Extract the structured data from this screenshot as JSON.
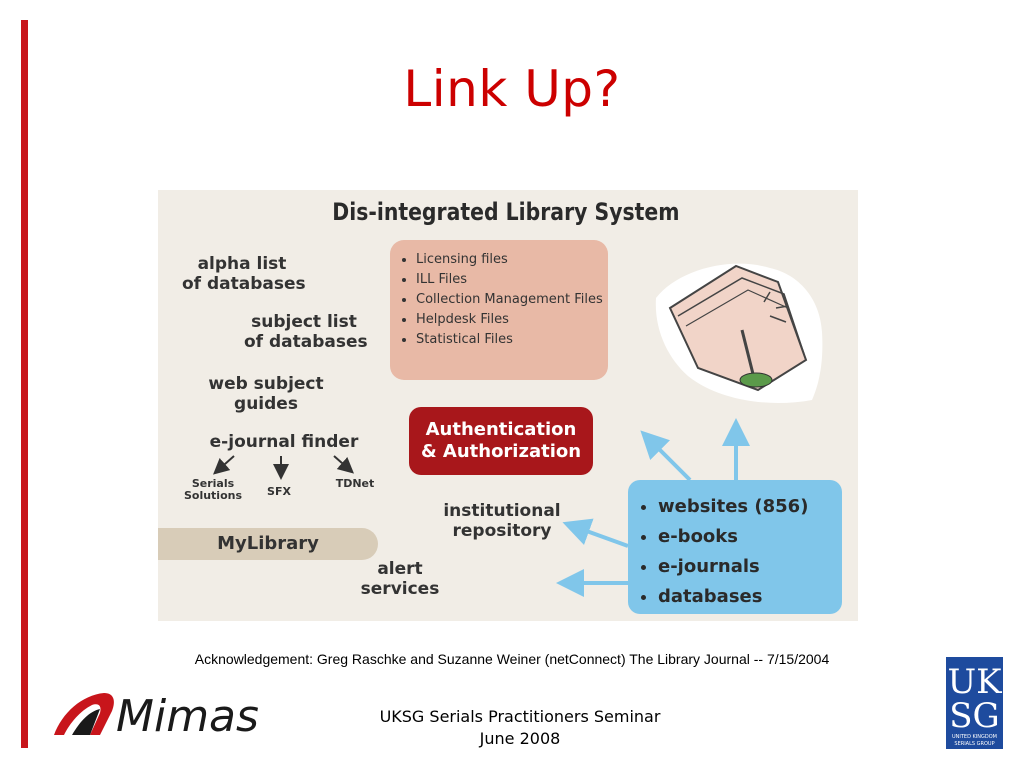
{
  "slide": {
    "title": "Link Up?",
    "acknowledgement": "Acknowledgement: Greg Raschke and Suzanne Weiner (netConnect) The Library Journal -- 7/15/2004",
    "footer_line1": "UKSG Serials Practitioners Seminar",
    "footer_line2": "June 2008",
    "colors": {
      "accent_red": "#c8151b",
      "title_red": "#cc0000",
      "uksg_blue": "#1e4b9e"
    }
  },
  "logos": {
    "mimas": "Mimas",
    "uksg_top": "UK",
    "uksg_bottom": "SG",
    "uksg_caption1": "UNITED KINGDOM",
    "uksg_caption2": "SERIALS GROUP"
  },
  "diagram": {
    "title": "Dis-integrated Library System",
    "left": {
      "alpha_1": "alpha list",
      "alpha_2": "of databases",
      "subject_1": "subject list",
      "subject_2": "of databases",
      "guides_1": "web subject",
      "guides_2": "guides",
      "finder": "e-journal finder",
      "serials_1": "Serials",
      "serials_2": "Solutions",
      "sfx": "SFX",
      "tdnet": "TDNet",
      "mylibrary": "MyLibrary",
      "alert_1": "alert",
      "alert_2": "services"
    },
    "files": [
      "Licensing files",
      "ILL Files",
      "Collection Management Files",
      "Helpdesk Files",
      "Statistical Files"
    ],
    "auth_1": "Authentication",
    "auth_2": "& Authorization",
    "repo_1": "institutional",
    "repo_2": "repository",
    "resources": [
      "websites (856)",
      "e-books",
      "e-journals",
      "databases"
    ]
  }
}
